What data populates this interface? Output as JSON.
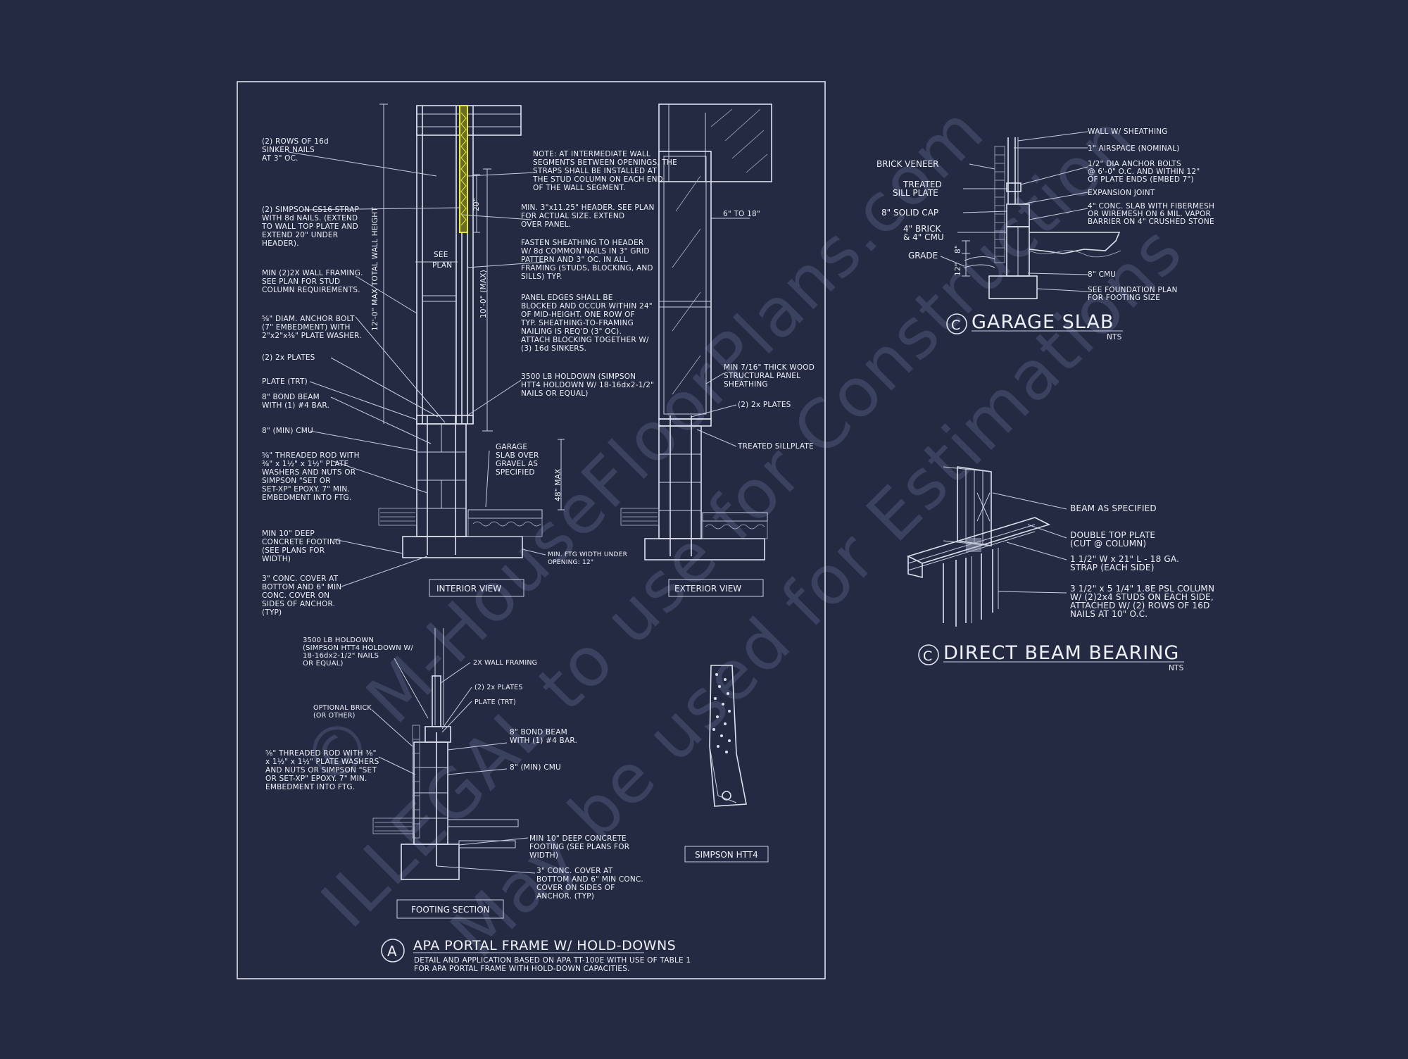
{
  "watermark": {
    "line1": "© M-HouseFloorPlans.com",
    "line2": "ILLEGAL to use for Construction",
    "line3": "May be used for Estimations"
  },
  "interior_notes": [
    "(2) ROWS OF 16d",
    "SINKER NAILS",
    "AT 3\" OC.",
    "(2) SIMPSON CS16 STRAP",
    "WITH 8d NAILS. (EXTEND",
    "TO WALL TOP PLATE AND",
    "EXTEND 20\" UNDER",
    "HEADER).",
    "MIN (2)2X WALL FRAMING.",
    "SEE PLAN FOR STUD",
    "COLUMN REQUIREMENTS.",
    "⅝\" DIAM. ANCHOR BOLT",
    "(7\" EMBEDMENT) WITH",
    "2\"x2\"x⅜\" PLATE WASHER.",
    "(2) 2x PLATES",
    "PLATE (TRT)",
    "8\" BOND BEAM",
    "WITH (1) #4 BAR.",
    "8\" (MIN) CMU",
    "⅝\" THREADED ROD WITH",
    "⅜\" x 1½\" x 1½\" PLATE",
    "WASHERS AND NUTS OR",
    "SIMPSON \"SET OR",
    "SET-XP\" EPOXY. 7\" MIN.",
    "EMBEDMENT INTO FTG.",
    "MIN 10\" DEEP",
    "CONCRETE FOOTING",
    "(SEE PLANS FOR",
    "WIDTH)",
    "3\" CONC. COVER AT",
    "BOTTOM AND 6\" MIN",
    "CONC. COVER ON",
    "SIDES OF ANCHOR.",
    "(TYP)"
  ],
  "center_notes": [
    "NOTE: AT INTERMEDIATE WALL",
    "SEGMENTS BETWEEN OPENINGS, THE",
    "STRAPS SHALL BE INSTALLED AT",
    "THE STUD COLUMN ON EACH END",
    "OF THE WALL SEGMENT.",
    "MIN. 3\"x11.25\" HEADER. SEE PLAN",
    "FOR ACTUAL SIZE. EXTEND",
    "OVER PANEL.",
    "FASTEN SHEATHING TO HEADER",
    "W/ 8d COMMON NAILS IN 3\" GRID",
    "PATTERN AND 3\" OC. IN ALL",
    "FRAMING (STUDS, BLOCKING, AND",
    "SILLS) TYP.",
    "PANEL EDGES SHALL BE",
    "BLOCKED AND OCCUR WITHIN 24\"",
    "OF MID-HEIGHT. ONE ROW OF",
    "TYP. SHEATHING-TO-FRAMING",
    "NAILING IS REQ'D (3\" OC).",
    "ATTACH BLOCKING TOGETHER W/",
    "(3) 16d SINKERS.",
    "3500 LB HOLDOWN (SIMPSON",
    "HTT4 HOLDOWN W/ 18-16dx2-1/2\"",
    "NAILS OR EQUAL)"
  ],
  "dims": {
    "wall_height": "12'-0\" MAX TOTAL WALL HEIGHT",
    "ten_max": "10'-0\" (MAX)",
    "twenty": "20\"",
    "see_plan_1": "SEE",
    "see_plan_2": "PLAN",
    "forty_eight": "48\" MAX",
    "six_to_18": "6\" TO 18\""
  },
  "garage_notes": [
    "GARAGE",
    "SLAB OVER",
    "GRAVEL AS",
    "SPECIFIED"
  ],
  "min_ftg": [
    "MIN. FTG WIDTH UNDER",
    "OPENING: 12\""
  ],
  "exterior_notes": [
    "MIN 7/16\" THICK WOOD",
    "STRUCTURAL PANEL",
    "SHEATHING",
    "(2) 2x PLATES",
    "TREATED SILLPLATE"
  ],
  "view_labels": {
    "interior": "INTERIOR VIEW",
    "exterior": "EXTERIOR VIEW",
    "footing": "FOOTING SECTION",
    "simpson": "SIMPSON HTT4"
  },
  "footing_notes_left": [
    "3500 LB HOLDOWN",
    "(SIMPSON HTT4 HOLDOWN W/",
    "18-16dx2-1/2\" NAILS",
    "OR EQUAL)",
    "OPTIONAL BRICK",
    "(OR OTHER)",
    "⅝\" THREADED ROD WITH ⅜\"",
    "x 1½\" x 1½\" PLATE WASHERS",
    "AND NUTS OR SIMPSON \"SET",
    "OR SET-XP\" EPOXY. 7\" MIN.",
    "EMBEDMENT INTO FTG."
  ],
  "footing_notes_right": [
    "2X WALL FRAMING",
    "(2) 2x PLATES",
    "PLATE (TRT)",
    "8\" BOND BEAM",
    "WITH (1) #4 BAR.",
    "8\" (MIN) CMU",
    "MIN 10\" DEEP CONCRETE",
    "FOOTING (SEE PLANS FOR",
    "WIDTH)",
    "3\" CONC. COVER AT",
    "BOTTOM AND 6\" MIN CONC.",
    "COVER ON SIDES OF",
    "ANCHOR. (TYP)"
  ],
  "apa": {
    "mark": "A",
    "title": "APA PORTAL FRAME W/ HOLD-DOWNS",
    "sub1": "DETAIL AND APPLICATION BASED ON APA TT-100E WITH USE OF TABLE 1",
    "sub2": "FOR APA PORTAL FRAME WITH HOLD-DOWN CAPACITIES."
  },
  "garage": {
    "mark": "C",
    "title": "GARAGE SLAB",
    "nts": "NTS",
    "left": [
      "BRICK VENEER",
      "TREATED",
      "SILL PLATE",
      "8\" SOLID CAP",
      "4\" BRICK",
      "& 4\" CMU",
      "GRADE"
    ],
    "right": [
      "WALL W/ SHEATHING",
      "1\" AIRSPACE (NOMINAL)",
      "1/2\" DIA ANCHOR BOLTS",
      "@ 6'-0\" O.C. AND WITHIN 12\"",
      "OF PLATE ENDS (EMBED 7\")",
      "EXPANSION JOINT",
      "4\" CONC. SLAB WITH FIBERMESH",
      "OR WIREMESH ON 6 MIL. VAPOR",
      "BARRIER ON 4\" CRUSHED STONE",
      "8\" CMU",
      "SEE FOUNDATION PLAN",
      "FOR FOOTING SIZE"
    ],
    "dim8": "8\"",
    "dim12": "12\""
  },
  "beam": {
    "mark": "C",
    "title": "DIRECT BEAM BEARING",
    "nts": "NTS",
    "notes": [
      "BEAM AS SPECIFIED",
      "DOUBLE TOP PLATE",
      "(CUT @ COLUMN)",
      "1 1/2\" W x 21\" L - 18 GA.",
      "STRAP (EACH SIDE)",
      "3 1/2\" x 5 1/4\" 1.8E PSL COLUMN",
      "W/ (2)2x4 STUDS ON EACH SIDE,",
      "ATTACHED W/ (2) ROWS OF 16D",
      "NAILS AT 10\" O.C."
    ]
  },
  "colors": {
    "background": "#242a42",
    "linework": "#dde1ee",
    "highlight": "#e5e83a"
  }
}
